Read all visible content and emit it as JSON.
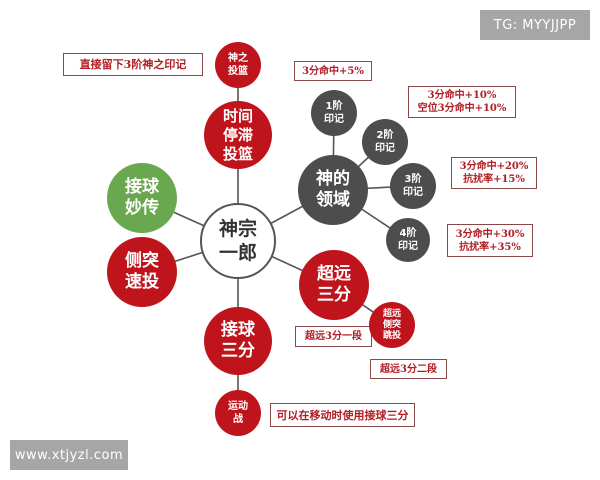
{
  "watermarks": {
    "top_right": "TG: MYYJJPP",
    "bottom_left": "www.xtjyzl.com"
  },
  "colors": {
    "red": "#c0141c",
    "gray": "#4d4d4d",
    "green": "#6aa84f",
    "note_text": "#b01e24",
    "note_border": "#8a4a4a",
    "line": "#555555"
  },
  "diagram": {
    "center": {
      "label": "神宗\n一郎"
    },
    "nodes": {
      "divine_shot": "神之\n投篮",
      "time_stop_shot": "时间\n停滞\n投篮",
      "catch_pass": "接球\n妙传",
      "side_quick_shot": "侧突\n速投",
      "divine_domain": "神的\n领域",
      "mark1": "1阶\n印记",
      "mark2": "2阶\n印记",
      "mark3": "3阶\n印记",
      "mark4": "4阶\n印记",
      "long_three": "超远\n三分",
      "long_side_jump": "超远\n侧突\n跳投",
      "catch_three": "接球\n三分",
      "moving_fight": "运动\n战"
    },
    "notes": {
      "divine_shot_note": "直接留下3阶神之印记",
      "mark1_note": "3分命中+5%",
      "mark2_note": "3分命中+10%\n空位3分命中+10%",
      "mark3_note": "3分命中+20%\n抗扰率+15%",
      "mark4_note": "3分命中+30%\n抗扰率+35%",
      "long_three_note1": "超远3分一段",
      "long_three_note2": "超远3分二段",
      "moving_fight_note": "可以在移动时使用接球三分"
    }
  }
}
